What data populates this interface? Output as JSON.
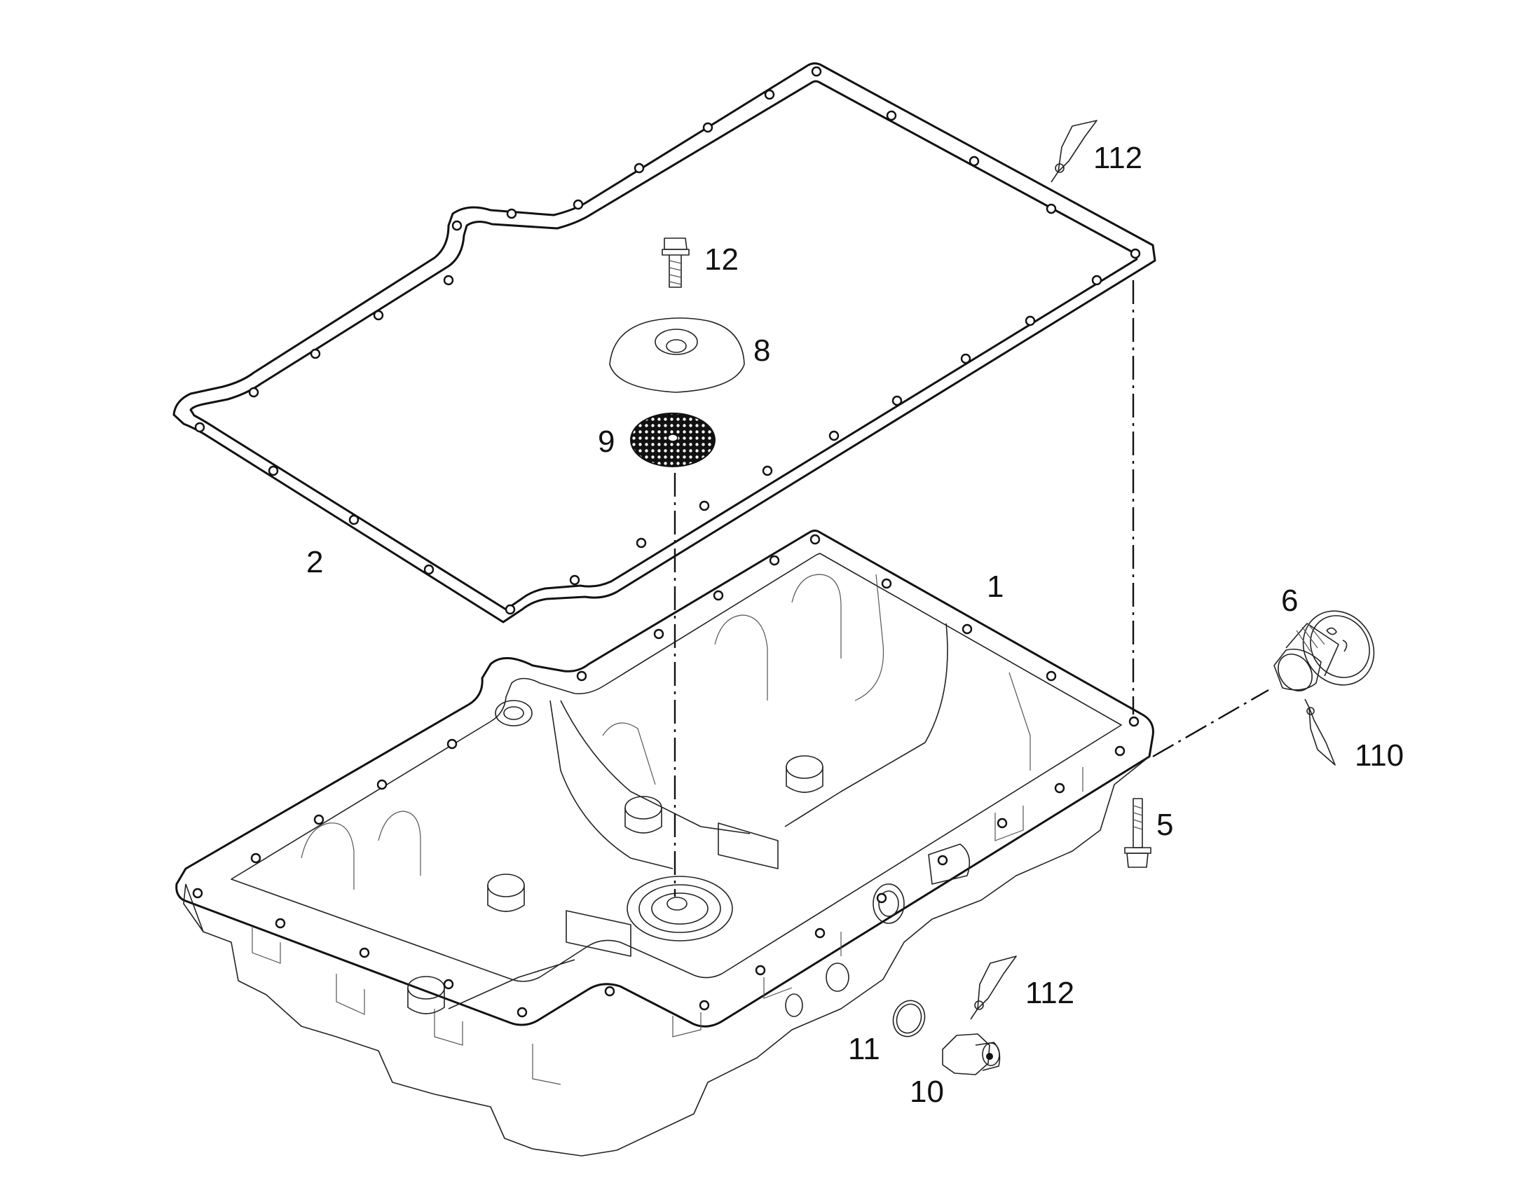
{
  "diagram": {
    "callouts": [
      {
        "id": "c1",
        "text": "1"
      },
      {
        "id": "c2",
        "text": "2"
      },
      {
        "id": "c5",
        "text": "5"
      },
      {
        "id": "c6",
        "text": "6"
      },
      {
        "id": "c8",
        "text": "8"
      },
      {
        "id": "c9",
        "text": "9"
      },
      {
        "id": "c10",
        "text": "10"
      },
      {
        "id": "c11",
        "text": "11"
      },
      {
        "id": "c12",
        "text": "12"
      },
      {
        "id": "c110",
        "text": "110"
      },
      {
        "id": "c112a",
        "text": "112"
      },
      {
        "id": "c112b",
        "text": "112"
      }
    ],
    "line_color": "#111111",
    "background": "#ffffff"
  }
}
